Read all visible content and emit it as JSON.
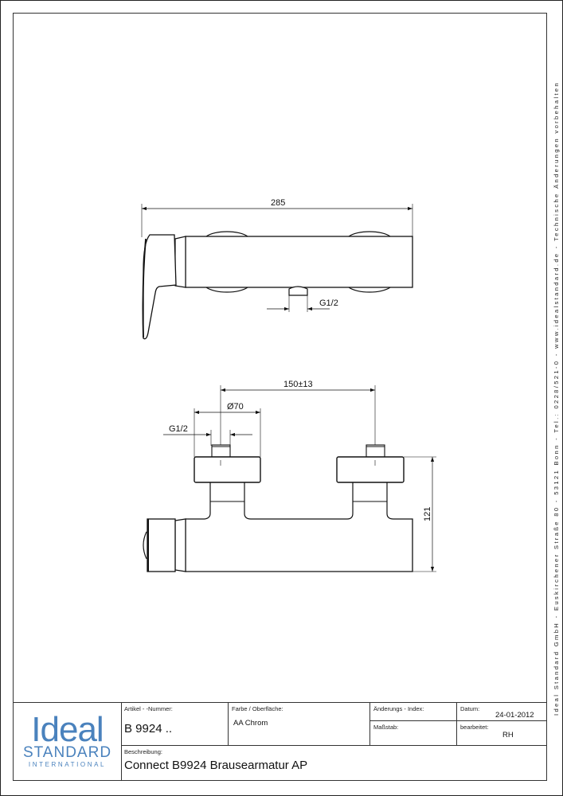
{
  "side_imprint": "Ideal Standard GmbH - Euskirchener Straße 80 - 53121 Bonn - Tel.: 0228/521-0 - www.idealstandard.de - Technische Änderungen vorbehalten",
  "drawing": {
    "side_view": {
      "overall_length": "285",
      "outlet_thread": "G1/2"
    },
    "top_view": {
      "connection_spacing": "150±13",
      "rosette_diameter": "Ø70",
      "inlet_thread": "G1/2",
      "height": "121"
    }
  },
  "logo": {
    "line1": "Ideal",
    "line2": "STANDARD",
    "line3": "INTERNATIONAL",
    "color": "#4a82bd"
  },
  "title_block": {
    "article_label": "Artikel - -Nummer:",
    "article_value": "B 9924 ..",
    "finish_label": "Farbe / Oberfläche:",
    "finish_value": "AA Chrom",
    "revision_label": "Änderungs - Index:",
    "revision_value": "",
    "date_label": "Datum:",
    "date_value": "24-01-2012",
    "scale_label": "Maßstab:",
    "scale_value": "",
    "editor_label": "bearbeitet:",
    "editor_value": "RH",
    "description_label": "Beschreibung:",
    "description_value": "Connect B9924 Brausearmatur AP"
  }
}
